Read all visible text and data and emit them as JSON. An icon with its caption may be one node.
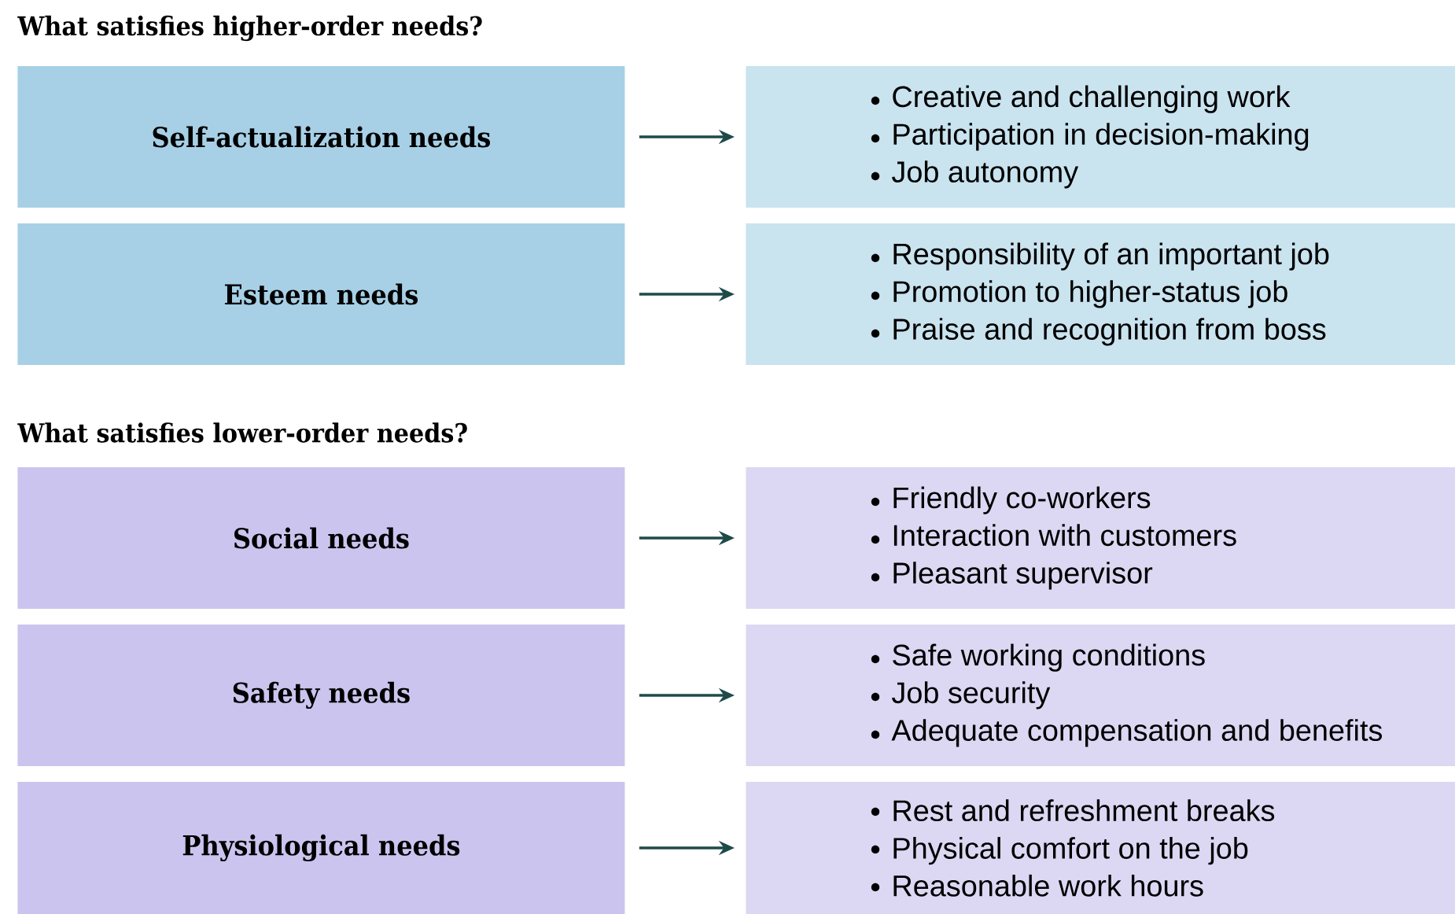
{
  "diagram": {
    "nodes": [
      {
        "text": [
          "Self-actualization needs"
        ]
      },
      {
        "text": [
          "Creative and challenging work",
          "Participation in decision-making",
          "Job autonomy"
        ]
      },
      {
        "text": [
          "Esteem needs"
        ]
      },
      {
        "text": [
          "Responsibility of an important job",
          "Promotion to higher-status job",
          "Praise and recognition from boss"
        ]
      },
      {
        "text": [
          "Social needs"
        ]
      },
      {
        "text": [
          "Friendly co-workers",
          "Interaction with customers",
          "Pleasant supervisor"
        ]
      },
      {
        "text": [
          "Safety needs"
        ]
      },
      {
        "text": [
          "Safe working conditions",
          "Job security",
          "Adequate compensation and benefits"
        ]
      },
      {
        "text": [
          "Physiological needs"
        ]
      },
      {
        "text": [
          "Rest and refreshment breaks",
          "Physical comfort on the job",
          "Reasonable work hours"
        ]
      }
    ],
    "edges": [
      {
        "from": 0,
        "to": 1,
        "arrow": "to"
      },
      {
        "from": 2,
        "to": 3,
        "arrow": "to"
      },
      {
        "from": 4,
        "to": 5,
        "arrow": "to"
      },
      {
        "from": 6,
        "to": 7,
        "arrow": "to"
      },
      {
        "from": 8,
        "to": 9,
        "arrow": "to"
      }
    ],
    "labels": [
      "What satisfies higher-order needs?",
      "What satisfies lower-order needs?"
    ]
  }
}
